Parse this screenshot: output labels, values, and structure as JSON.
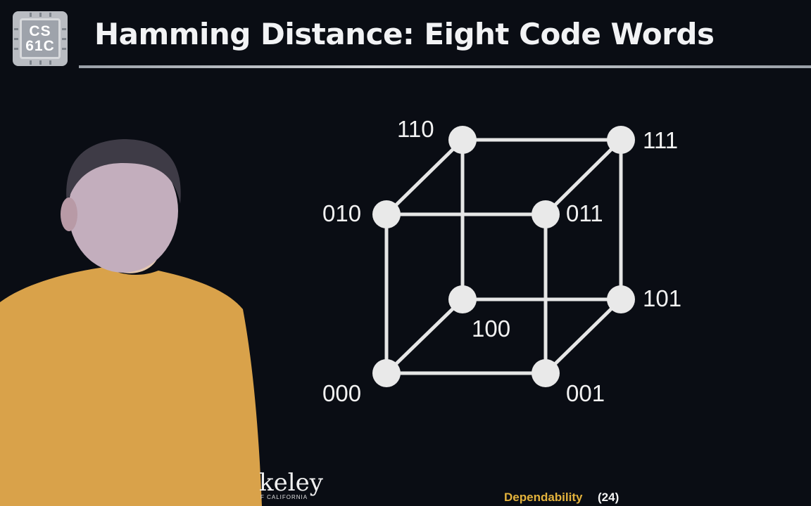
{
  "logo": {
    "line1": "CS",
    "line2": "61C"
  },
  "slide": {
    "title": "Hamming Distance: Eight Code Words"
  },
  "diagram": {
    "nodes": [
      {
        "id": "110",
        "label": "110"
      },
      {
        "id": "111",
        "label": "111"
      },
      {
        "id": "010",
        "label": "010"
      },
      {
        "id": "011",
        "label": "011"
      },
      {
        "id": "100",
        "label": "100"
      },
      {
        "id": "101",
        "label": "101"
      },
      {
        "id": "000",
        "label": "000"
      },
      {
        "id": "001",
        "label": "001"
      }
    ],
    "edges": [
      [
        "110",
        "111"
      ],
      [
        "010",
        "011"
      ],
      [
        "100",
        "101"
      ],
      [
        "000",
        "001"
      ],
      [
        "110",
        "010"
      ],
      [
        "111",
        "011"
      ],
      [
        "100",
        "000"
      ],
      [
        "101",
        "001"
      ],
      [
        "110",
        "100"
      ],
      [
        "111",
        "101"
      ],
      [
        "010",
        "000"
      ],
      [
        "011",
        "001"
      ]
    ],
    "colors": {
      "edge": "#e6e6e6",
      "node": "#e9e9e9",
      "label": "#f2f2f2"
    }
  },
  "footer": {
    "wordmark": "keley",
    "wordmark_sub": "F CALIFORNIA",
    "topic": "Dependability",
    "page": "(24)"
  },
  "colors": {
    "background": "#0a0d14",
    "topic": "#e3b23c",
    "speaker_shirt": "#d9a24a"
  }
}
